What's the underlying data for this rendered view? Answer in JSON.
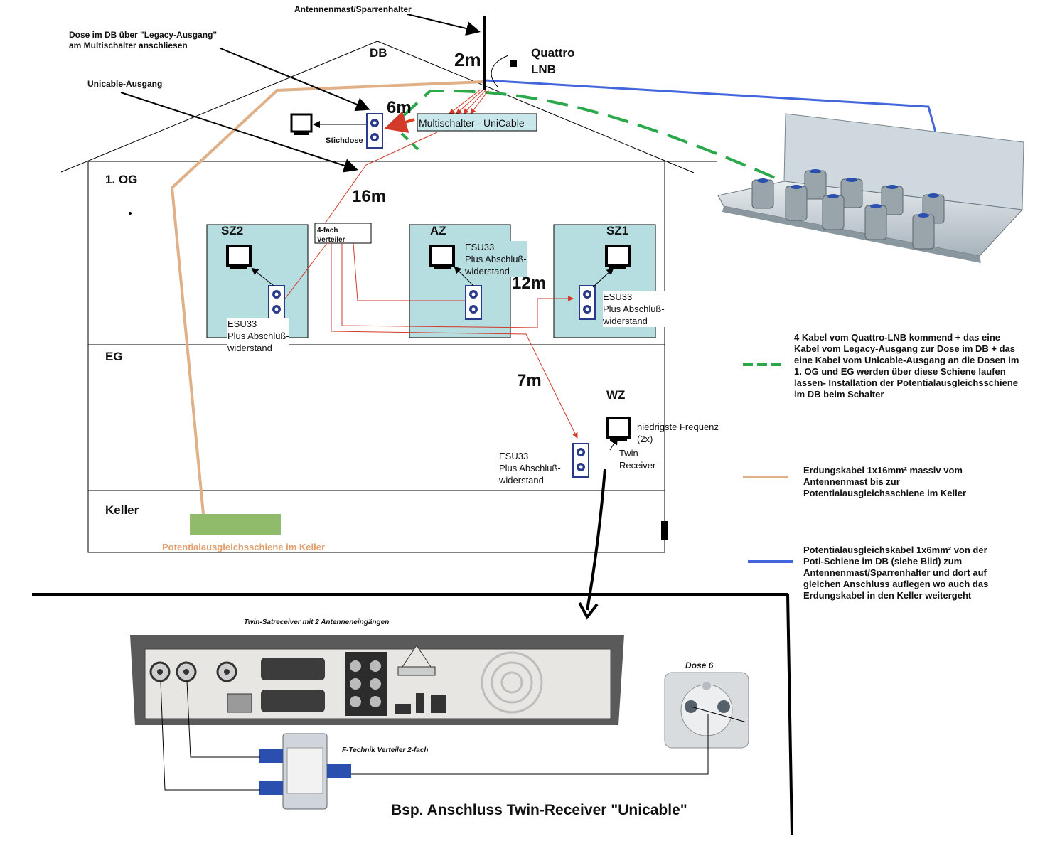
{
  "labels": {
    "antenna_mast": "Antennenmast/Sparrenhalter",
    "legacy_outlet": "Dose im DB über \"Legacy-Ausgang\"\nam Multischalter anschliesen",
    "unicable_output": "Unicable-Ausgang",
    "db": "DB",
    "quattro_lnb": "Quattro\nLNB",
    "dist_2m": "2m",
    "dist_6m": "6m",
    "dist_16m": "16m",
    "dist_12m": "12m",
    "dist_7m": "7m",
    "multiswitch": "Multischalter - UniCable",
    "stichdose": "Stichdose",
    "og1": "1. OG",
    "eg": "EG",
    "keller": "Keller",
    "sz2": "SZ2",
    "az": "AZ",
    "sz1": "SZ1",
    "wz": "WZ",
    "splitter_4": "4-fach\nVerteiler",
    "esu_sz2": "ESU33\nPlus Abschluß-\nwiderstand",
    "esu_az": "ESU33\nPlus Abschluß-\nwiderstand",
    "esu_sz1": "ESU33\nPlus Abschluß-\nwiderstand",
    "esu_wz": "ESU33\nPlus Abschluß-\nwiderstand",
    "lowest_freq": "niedrigste Frequenz\n(2x)",
    "twin_receiver": "Twin\nReceiver",
    "rail_keller": "Potentialausgleichsschiene im Keller",
    "twin_sat_title": "Twin-Satreceiver  mit 2 Antenneneingängen",
    "dose6": "Dose 6",
    "f_splitter": "F-Technik Verteiler 2-fach",
    "example_title": "Bsp. Anschluss Twin-Receiver \"Unicable\""
  },
  "legend": [
    {
      "color": "#2aa84a",
      "style": "dashed",
      "text": "4 Kabel vom Quattro-LNB kommend + das eine Kabel vom Legacy-Ausgang zur Dose im DB + das eine Kabel vom Unicable-Ausgang an die Dosen im 1. OG und EG werden über diese Schiene laufen lassen- Installation der Potentialausgleichsschiene im DB beim Schalter"
    },
    {
      "color": "#e0b088",
      "style": "solid",
      "text": "Erdungskabel 1x16mm² massiv vom Antennenmast bis zur Potentialausgleichsschiene im Keller"
    },
    {
      "color": "#4466dd",
      "style": "solid",
      "text": "Potentialausgleichskabel 1x6mm² von der Poti-Schiene im DB (siehe Bild) zum Antennenmast/Sparrenhalter und dort auf gleichen Anschluss auflegen wo auch das Erdungskabel in den Keller weitergeht"
    }
  ],
  "colors": {
    "room_fill": "#b6dde0",
    "rail_fill": "#8fbb6a",
    "signal_red": "#d23a2a",
    "ground_tan": "#e0b088",
    "equipotential_blue": "#4466dd",
    "bundle_green": "#2aa84a"
  }
}
